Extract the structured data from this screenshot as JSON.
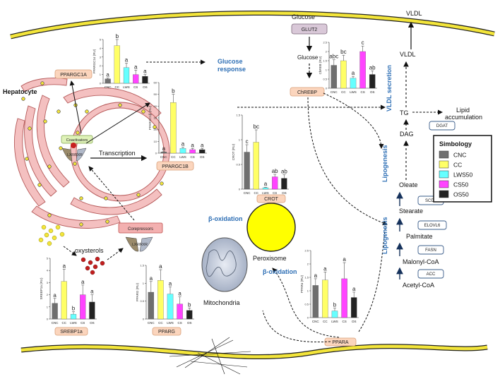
{
  "labels": {
    "hepatocyte": "Hepatocyte",
    "glucose_top": "Glucose",
    "glucose_mid": "Glucose",
    "vldl_top": "VLDL",
    "vldl": "VLDL",
    "tg": "TG",
    "lipid_accumulation_1": "Lipid",
    "lipid_accumulation_2": "accumulation",
    "dag": "DAG",
    "oleate": "Oleate",
    "stearate": "Stearate",
    "palmitate": "Palmitate",
    "malonyl_coa": "Malonyl-CoA",
    "acetyl_coa": "Acetyl-CoA",
    "glucose_response_1": "Glucose",
    "glucose_response_2": "response",
    "vldl_secretion": "VLDL secretion",
    "lipogenesis_upper": "Lipogenesis",
    "lipogenesis_lower": "Lipogenesis",
    "beta_oxidation_left": "β-oxidation",
    "beta_oxidation_mid": "β-oxidation",
    "peroxisome": "Peroxisome",
    "mitochondria": "Mitochondria",
    "oxysterols": "oxysterols",
    "transcription": "Transcription",
    "coactivators": "Coactivators",
    "corepressors": "Corepressors",
    "lxr_rxr": "LXR/RXR"
  },
  "genes": {
    "glut2": "GLUT2",
    "chrebp": "ChREBP",
    "ppargc1a": "PPARGC1A",
    "ppargc1b": "PPARGC1B",
    "crot": "CROT",
    "srebp1a": "SREBP1a",
    "pparg": "PPARG",
    "ppara": "PPARA"
  },
  "enzymes": {
    "dgat": "DGAT",
    "scd1": "SCD1",
    "elovl6": "ELOVL6",
    "fasn": "FASN",
    "acc": "ACC"
  },
  "legend": {
    "title": "Simbology",
    "items": [
      {
        "label": "CNC",
        "color": "#6f6f6f"
      },
      {
        "label": "CC",
        "color": "#ffff66"
      },
      {
        "label": "LWS50",
        "color": "#66ffff"
      },
      {
        "label": "CS50",
        "color": "#ff44ff"
      },
      {
        "label": "OS50",
        "color": "#222222"
      }
    ]
  },
  "chart_data": [
    {
      "id": "ppargc1a",
      "type": "bar",
      "ylabel": "PPARGC1α (RU)",
      "categories": [
        "CNC",
        "CC",
        "LWS",
        "CS",
        "OS"
      ],
      "values": [
        0.5,
        4.3,
        1.8,
        1.0,
        0.8
      ],
      "errors": [
        0.1,
        0.7,
        0.5,
        0.5,
        0.2
      ],
      "letters": [
        "a",
        "b",
        "a",
        "a",
        "a"
      ],
      "ylim": [
        0,
        5
      ],
      "yticks": [
        "0",
        "1",
        "2",
        "3",
        "4",
        "5"
      ]
    },
    {
      "id": "ppargc1b",
      "type": "bar",
      "ylabel": "PPARGC1β (RU)",
      "categories": [
        "CNC",
        "CC",
        "LWS",
        "CS",
        "OS"
      ],
      "values": [
        1,
        43,
        4,
        3,
        3
      ],
      "errors": [
        0.3,
        7,
        1,
        1,
        1
      ],
      "letters": [
        "a",
        "b",
        "a",
        "a",
        "a"
      ],
      "ylim": [
        0,
        60
      ],
      "yticks": [
        "0",
        "10",
        "20",
        "30",
        "40",
        "50",
        "60"
      ]
    },
    {
      "id": "chrebp",
      "type": "bar",
      "ylabel": "ChREB (RU)",
      "categories": [
        "CNC",
        "CC",
        "LWS",
        "CS",
        "OS"
      ],
      "values": [
        1.25,
        1.5,
        0.55,
        2.0,
        0.75
      ],
      "errors": [
        0.3,
        0.3,
        0.1,
        0.3,
        0.2
      ],
      "letters": [
        "abc",
        "bc",
        "a",
        "c",
        "ab"
      ],
      "ylim": [
        0,
        2.5
      ],
      "yticks": [
        "0",
        "0.5",
        "1",
        "1.5",
        "2",
        "2.5"
      ]
    },
    {
      "id": "crot",
      "type": "bar",
      "ylabel": "CROT (RU)",
      "categories": [
        "CNC",
        "CC",
        "LWS",
        "CS",
        "OS"
      ],
      "values": [
        0.75,
        0.95,
        0.03,
        0.25,
        0.22
      ],
      "errors": [
        0.15,
        0.25,
        0.01,
        0.05,
        0.07
      ],
      "letters": [
        "c",
        "bc",
        "a",
        "ab",
        "ab"
      ],
      "ylim": [
        0,
        1.5
      ],
      "yticks": [
        "0",
        "0.5",
        "1",
        "1.5"
      ]
    },
    {
      "id": "srebp1a",
      "type": "bar",
      "ylabel": "SREBP1a (RU)",
      "categories": [
        "CNC",
        "CC",
        "LWS",
        "CS",
        "OS"
      ],
      "values": [
        1.3,
        3.1,
        0.4,
        2.0,
        1.4
      ],
      "errors": [
        0.4,
        1.0,
        0.2,
        0.8,
        0.6
      ],
      "letters": [
        "a",
        "a",
        "b",
        "a",
        "a"
      ],
      "ylim": [
        0,
        5
      ],
      "yticks": [
        "0",
        "1",
        "2",
        "3",
        "4",
        "5"
      ]
    },
    {
      "id": "pparg",
      "type": "bar",
      "ylabel": "PPARG (RU)",
      "categories": [
        "CNC",
        "CC",
        "LWS",
        "CS",
        "OS"
      ],
      "values": [
        0.75,
        1.08,
        0.7,
        0.42,
        0.24
      ],
      "errors": [
        0.3,
        0.3,
        0.2,
        0.2,
        0.07
      ],
      "letters": [
        "a",
        "a",
        "a",
        "a",
        "b"
      ],
      "ylim": [
        0,
        1.5
      ],
      "yticks": [
        "0",
        "0.5",
        "1",
        "1.5"
      ]
    },
    {
      "id": "ppara",
      "type": "bar",
      "ylabel": "PPARα (RU)",
      "categories": [
        "CNC",
        "CC",
        "LWS",
        "CS",
        "OS"
      ],
      "values": [
        1.2,
        1.4,
        0.25,
        1.45,
        0.75
      ],
      "errors": [
        0.25,
        0.3,
        0.1,
        0.6,
        0.2
      ],
      "letters": [
        "a",
        "a",
        "b",
        "a",
        "a"
      ],
      "ylim": [
        0,
        2.5
      ],
      "yticks": [
        "0",
        "0.5",
        "1",
        "1.5",
        "2",
        "2.5"
      ]
    }
  ]
}
